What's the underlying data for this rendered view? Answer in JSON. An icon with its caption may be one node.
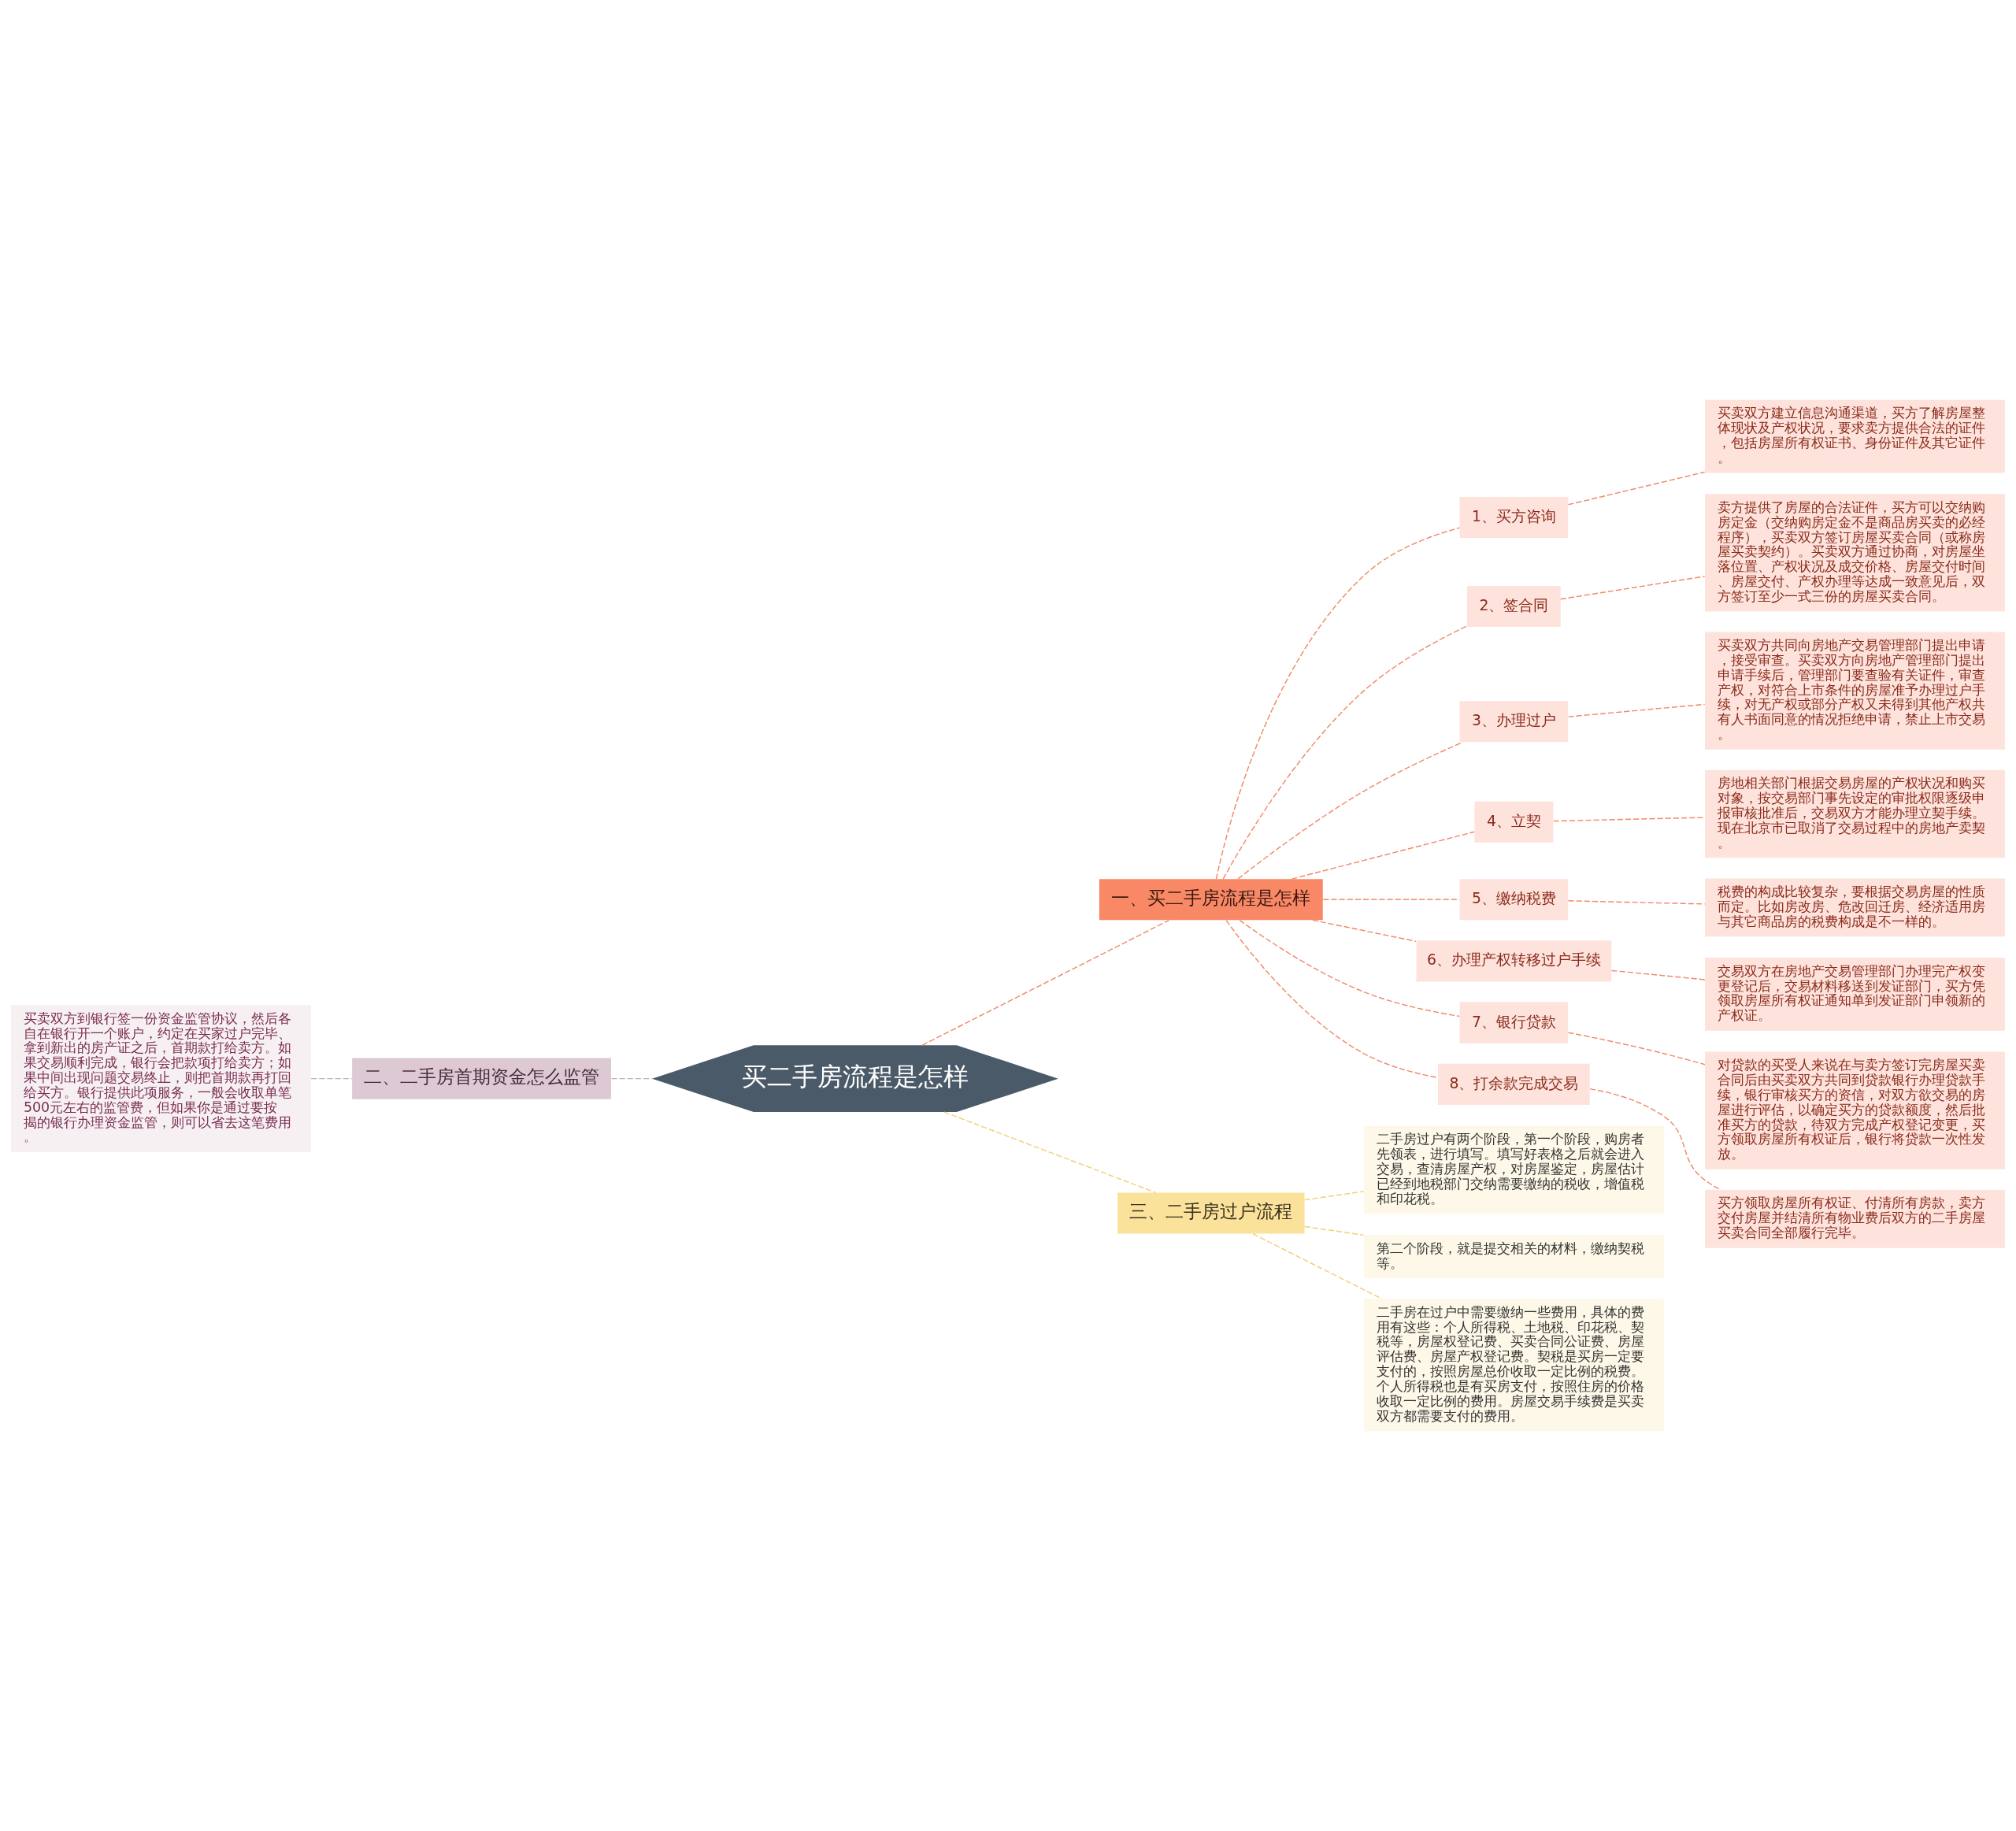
{
  "diagram": {
    "nodes": [
      {
        "text": [
          "买二手房流程是怎样"
        ]
      },
      {
        "text": [
          "一、买二手房流程是怎样"
        ]
      },
      {
        "text": [
          "1、买方咨询"
        ]
      },
      {
        "text": [
          "买卖双方建立信息沟通渠道，买方了解房屋整体现状及产权状况，要求卖方提供合法的证件，包括房屋所有权证书、身份证件及其它证件。"
        ]
      },
      {
        "text": [
          "2、签合同"
        ]
      },
      {
        "text": [
          "卖方提供了房屋的合法证件，买方可以交纳购房定金（交纳购房定金不是商品房买卖的必经程序），买卖双方签订房屋买卖合同（或称房屋买卖契约）。买卖双方通过协商，对房屋坐落位置、产权状况及成交价格、房屋交付时间、房屋交付、产权办理等达成一致意见后，双方签订至少一式三份的房屋买卖合同。"
        ]
      },
      {
        "text": [
          "3、办理过户"
        ]
      },
      {
        "text": [
          "买卖双方共同向房地产交易管理部门提出申请，接受审查。买卖双方向房地产管理部门提出申请手续后，管理部门要查验有关证件，审查产权，对符合上市条件的房屋准予办理过户手续，对无产权或部分产权又未得到其他产权共有人书面同意的情况拒绝申请，禁止上市交易。"
        ]
      },
      {
        "text": [
          "4、立契"
        ]
      },
      {
        "text": [
          "房地相关部门根据交易房屋的产权状况和购买对象，按交易部门事先设定的审批权限逐级申报审核批准后，交易双方才能办理立契手续。现在北京市已取消了交易过程中的房地产卖契。"
        ]
      },
      {
        "text": [
          "5、缴纳税费"
        ]
      },
      {
        "text": [
          "税费的构成比较复杂，要根据交易房屋的性质而定。比如房改房、危改回迁房、经济适用房与其它商品房的税费构成是不一样的。"
        ]
      },
      {
        "text": [
          "6、办理产权转移过户手续"
        ]
      },
      {
        "text": [
          "交易双方在房地产交易管理部门办理完产权变更登记后，交易材料移送到发证部门，买方凭领取房屋所有权证通知单到发证部门申领新的产权证。"
        ]
      },
      {
        "text": [
          "7、银行贷款"
        ]
      },
      {
        "text": [
          "对贷款的买受人来说在与卖方签订完房屋买卖合同后由买卖双方共同到贷款银行办理贷款手续，银行审核买方的资信，对双方欲交易的房屋进行评估，以确定买方的贷款额度，然后批准买方的贷款，待双方完成产权登记变更，买方领取房屋所有权证后，银行将贷款一次性发放。"
        ]
      },
      {
        "text": [
          "8、打余款完成交易"
        ]
      },
      {
        "text": [
          "买方领取房屋所有权证、付清所有房款，卖方交付房屋并结清所有物业费后双方的二手房屋买卖合同全部履行完毕。"
        ]
      },
      {
        "text": [
          "三、二手房过户流程"
        ]
      },
      {
        "text": [
          "二手房过户有两个阶段，第一个阶段，购房者先领表，进行填写。填写好表格之后就会进入交易，查清房屋产权，对房屋鉴定，房屋估计已经到地税部门交纳需要缴纳的税收，增值税和印花税。"
        ]
      },
      {
        "text": [
          "第二个阶段，就是提交相关的材料，缴纳契税等。"
        ]
      },
      {
        "text": [
          "二手房在过户中需要缴纳一些费用，具体的费用有这些：个人所得税、土地税、印花税、契税等，房屋权登记费、买卖合同公证费、房屋评估费、房屋产权登记费。契税是买房一定要支付的，按照房屋总价收取一定比例的税费。个人所得税也是有买房支付，按照住房的价格收取一定比例的费用。房屋交易手续费是买卖双方都需要支付的费用。"
        ]
      },
      {
        "text": [
          "二、二手房首期资金怎么监管"
        ]
      },
      {
        "text": [
          "买卖双方到银行签一份资金监管协议，然后各自在银行开一个账户，约定在买家过户完毕、拿到新出的房产证之后，首期款打给卖方。如果交易顺利完成，银行会把款项打给卖方；如果中间出现问题交易终止，则把首期款再打回给买方。银行提供此项服务，一般会收取单笔500元左右的监管费，但如果你是通过要按揭的银行办理资金监管，则可以省去这笔费用。"
        ]
      }
    ],
    "edges": [
      {
        "from": 0,
        "to": 1,
        "arrow": "none",
        "style": "dashed",
        "color": "#f08a6a"
      },
      {
        "from": 1,
        "to": 2,
        "arrow": "none",
        "style": "dashed",
        "color": "#f08a6a"
      },
      {
        "from": 2,
        "to": 3,
        "arrow": "none",
        "style": "dashed",
        "color": "#f08a6a"
      },
      {
        "from": 1,
        "to": 4,
        "arrow": "none",
        "style": "dashed",
        "color": "#f08a6a"
      },
      {
        "from": 4,
        "to": 5,
        "arrow": "none",
        "style": "dashed",
        "color": "#f08a6a"
      },
      {
        "from": 1,
        "to": 6,
        "arrow": "none",
        "style": "dashed",
        "color": "#f08a6a"
      },
      {
        "from": 6,
        "to": 7,
        "arrow": "none",
        "style": "dashed",
        "color": "#f08a6a"
      },
      {
        "from": 1,
        "to": 8,
        "arrow": "none",
        "style": "dashed",
        "color": "#f08a6a"
      },
      {
        "from": 8,
        "to": 9,
        "arrow": "none",
        "style": "dashed",
        "color": "#f08a6a"
      },
      {
        "from": 1,
        "to": 10,
        "arrow": "none",
        "style": "dashed",
        "color": "#f08a6a"
      },
      {
        "from": 10,
        "to": 11,
        "arrow": "none",
        "style": "dashed",
        "color": "#f08a6a"
      },
      {
        "from": 1,
        "to": 12,
        "arrow": "none",
        "style": "dashed",
        "color": "#f08a6a"
      },
      {
        "from": 12,
        "to": 13,
        "arrow": "none",
        "style": "dashed",
        "color": "#f08a6a"
      },
      {
        "from": 1,
        "to": 14,
        "arrow": "none",
        "style": "dashed",
        "color": "#f08a6a"
      },
      {
        "from": 14,
        "to": 15,
        "arrow": "none",
        "style": "dashed",
        "color": "#f08a6a"
      },
      {
        "from": 1,
        "to": 16,
        "arrow": "none",
        "style": "dashed",
        "color": "#f08a6a"
      },
      {
        "from": 16,
        "to": 17,
        "arrow": "none",
        "style": "dashed",
        "color": "#f08a6a"
      },
      {
        "from": 0,
        "to": 18,
        "arrow": "none",
        "style": "dashed",
        "color": "#f2cf7a"
      },
      {
        "from": 18,
        "to": 19,
        "arrow": "none",
        "style": "dashed",
        "color": "#f2cf7a"
      },
      {
        "from": 18,
        "to": 20,
        "arrow": "none",
        "style": "dashed",
        "color": "#f2cf7a"
      },
      {
        "from": 18,
        "to": 21,
        "arrow": "none",
        "style": "dashed",
        "color": "#f2cf7a"
      },
      {
        "from": 0,
        "to": 22,
        "arrow": "none",
        "style": "dashed",
        "color": "#c8aebb"
      },
      {
        "from": 22,
        "to": 23,
        "arrow": "none",
        "style": "dashed",
        "color": "#c8aebb"
      }
    ]
  }
}
